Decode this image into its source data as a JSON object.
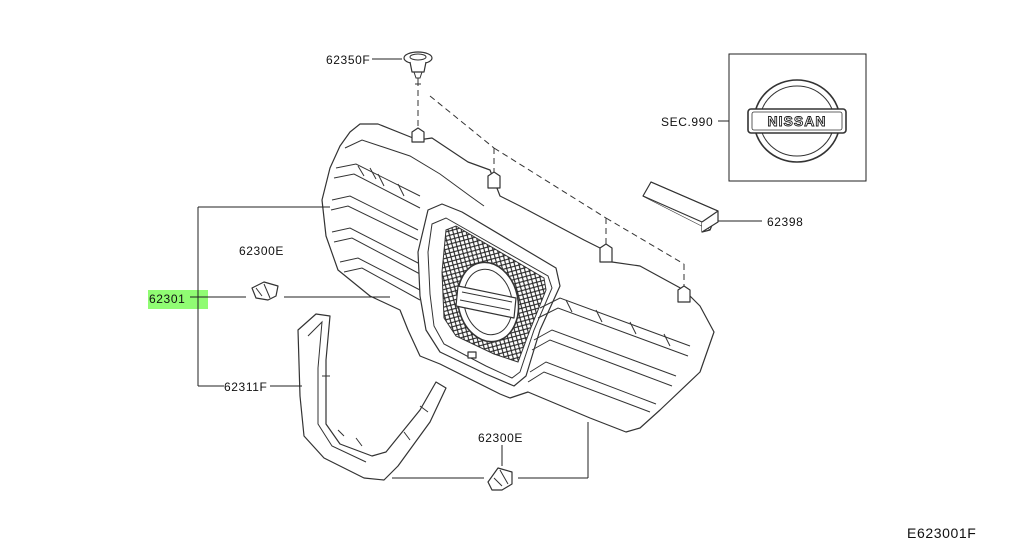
{
  "drawing_id": "E623001F",
  "highlight_color": "#7CFC5A",
  "callouts": {
    "clip_top": "62350F",
    "emblem_section": "SEC.990",
    "emblem_text": "NISSAN",
    "emblem_strip": "62398",
    "clip_left": "62300E",
    "grille_assembly": "62301",
    "garnish": "62311F",
    "clip_bottom": "62300E"
  }
}
